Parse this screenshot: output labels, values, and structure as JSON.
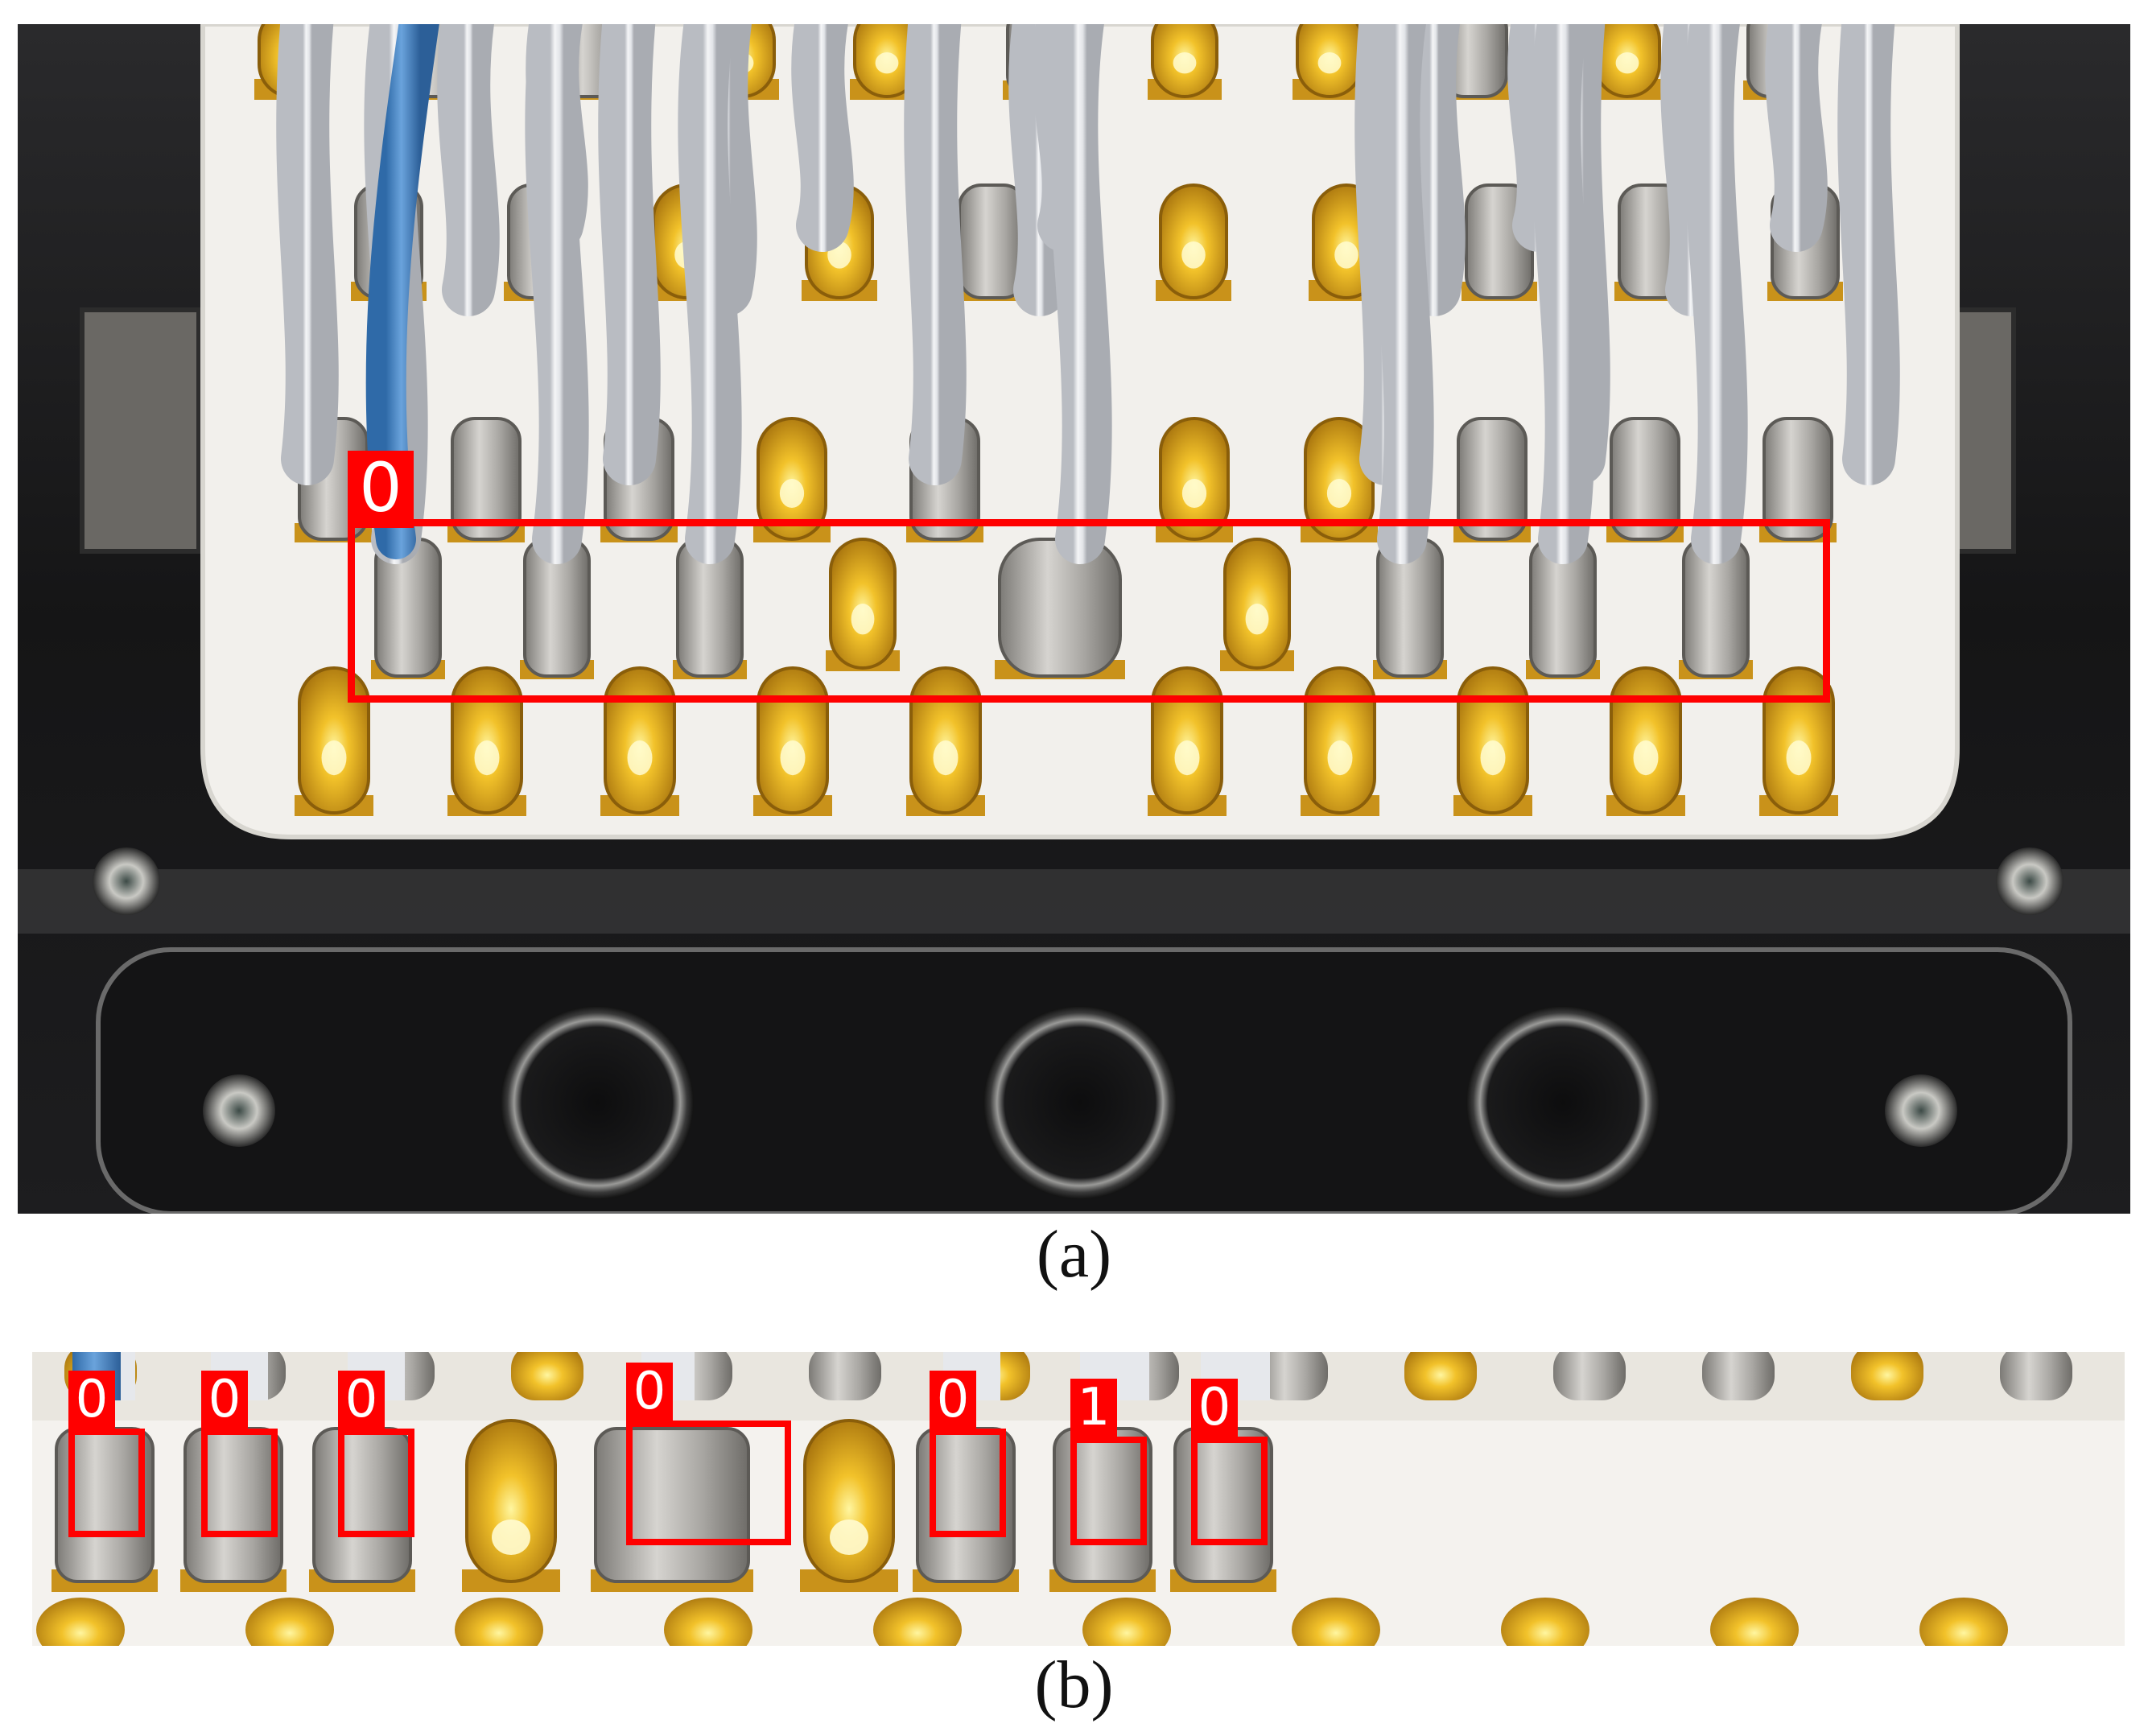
{
  "panel_a": {
    "caption": "(a)",
    "detection": {
      "label": "0"
    }
  },
  "panel_b": {
    "caption": "(b)",
    "detections": [
      {
        "label": "0"
      },
      {
        "label": "0"
      },
      {
        "label": "0"
      },
      {
        "label": "0"
      },
      {
        "label": "0"
      },
      {
        "label": "1"
      },
      {
        "label": "0"
      }
    ]
  },
  "colors": {
    "annotation": "#ff0000",
    "gold_pin": "#e0a820",
    "solder": "#b8b4ac",
    "insulator": "#f2f0ec",
    "plate": "#1e1e20",
    "wire": "#e4e6ea",
    "blue_wire": "#4a86c6"
  }
}
